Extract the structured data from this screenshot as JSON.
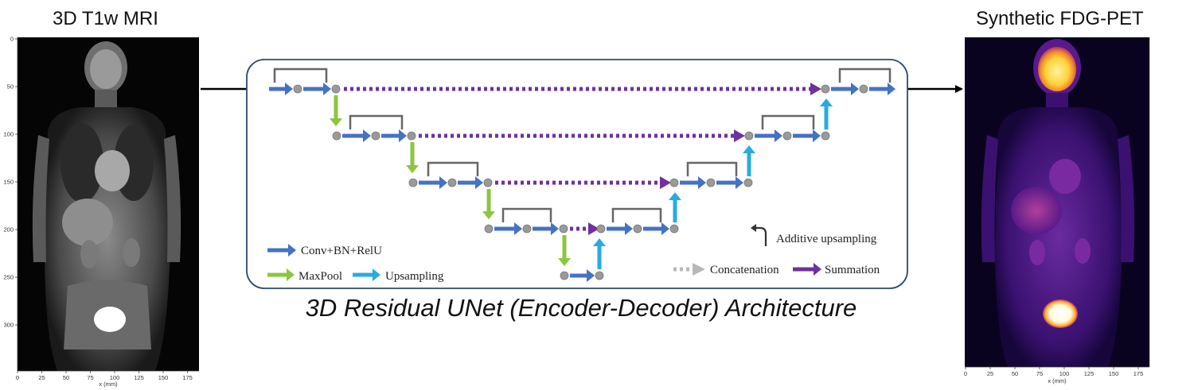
{
  "left_panel": {
    "title": "3D T1w MRI",
    "x_ticks": [
      "0",
      "25",
      "50",
      "75",
      "100",
      "125",
      "150",
      "175"
    ],
    "y_ticks": [
      "0",
      "50",
      "100",
      "150",
      "200",
      "250",
      "300"
    ],
    "x_axis_label": "x (mm)"
  },
  "right_panel": {
    "title": "Synthetic FDG-PET",
    "x_ticks": [
      "0",
      "25",
      "50",
      "75",
      "100",
      "125",
      "150",
      "175"
    ],
    "x_axis_label": "x (mm)"
  },
  "architecture": {
    "caption": "3D Residual UNet (Encoder-Decoder) Architecture",
    "legend": {
      "conv": "Conv+BN+RelU",
      "maxpool": "MaxPool",
      "upsampling": "Upsampling",
      "additive": "Additive upsampling",
      "concatenation": "Concatenation",
      "summation": "Summation"
    },
    "colors": {
      "conv": "#4472c4",
      "maxpool": "#8cc63f",
      "upsampling": "#29abe2",
      "skip": "#7030a0",
      "node": "#9a9a9a",
      "frame": "#2e4a6b"
    }
  }
}
